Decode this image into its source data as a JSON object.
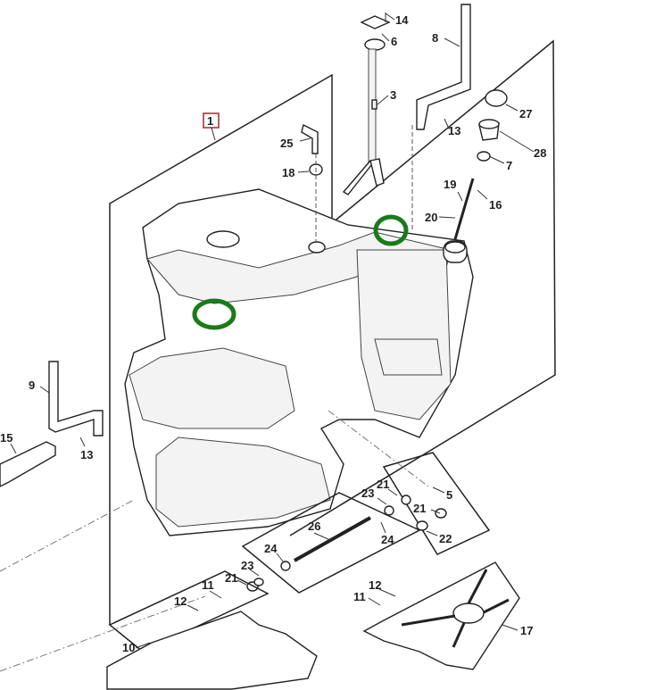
{
  "diagram": {
    "main_callout": "1",
    "highlight_color": "#1a7a1a",
    "callout_box_color": "#a0282e",
    "callouts": {
      "c14": "14",
      "c6": "6",
      "c3": "3",
      "c8": "8",
      "c13a": "13",
      "c27": "27",
      "c28": "28",
      "c7": "7",
      "c25": "25",
      "c18": "18",
      "c19": "19",
      "c16": "16",
      "c20": "20",
      "c9": "9",
      "c15": "15",
      "c13b": "13",
      "c21a": "21",
      "c5": "5",
      "c23a": "23",
      "c21b": "21",
      "c22": "22",
      "c24a": "24",
      "c26": "26",
      "c24b": "24",
      "c23b": "23",
      "c21c": "21",
      "c12a": "12",
      "c11a": "11",
      "c10": "10",
      "c12b": "12",
      "c11b": "11",
      "c17": "17"
    }
  }
}
